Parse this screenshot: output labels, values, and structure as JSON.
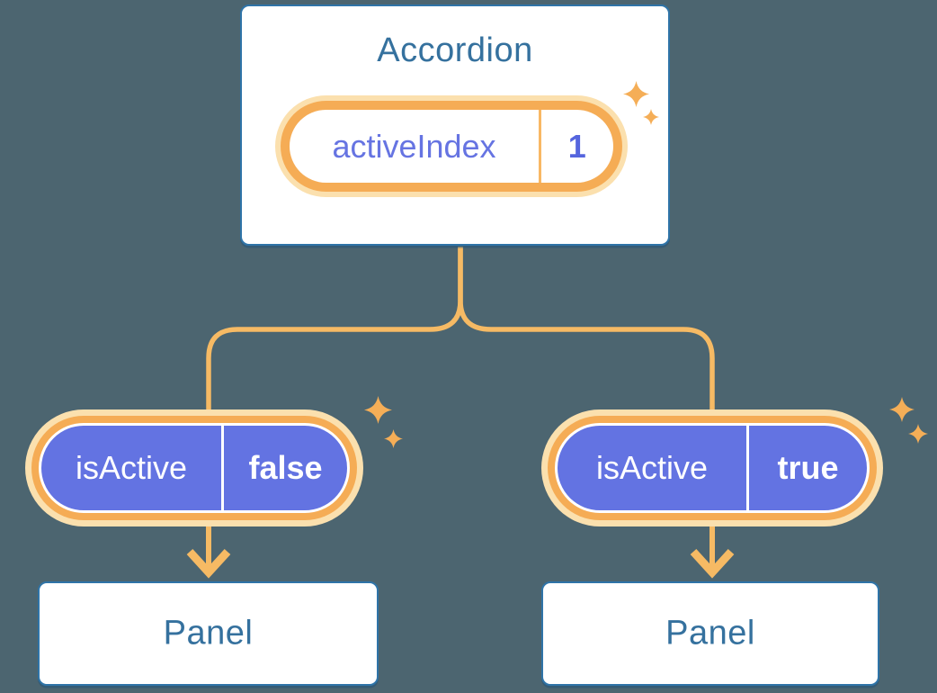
{
  "diagram": {
    "description": "Component tree showing state lifted to Accordion and passed down as props to two Panels"
  },
  "accordion": {
    "title": "Accordion",
    "state": {
      "label": "activeIndex",
      "value": "1"
    }
  },
  "left_branch": {
    "prop": {
      "label": "isActive",
      "value": "false"
    },
    "panel_title": "Panel"
  },
  "right_branch": {
    "prop": {
      "label": "isActive",
      "value": "true"
    },
    "panel_title": "Panel"
  },
  "colors": {
    "bg": "#4C6570",
    "box-border": "#2F74A8",
    "title": "#35719E",
    "purple": "#6373E2",
    "purple-text": "#6674E2",
    "ring": "#F5AC55",
    "peach": "#FBE0AE",
    "line": "#F6BA64",
    "divider": "#F8B864",
    "sparkle": "#F5AE57"
  }
}
